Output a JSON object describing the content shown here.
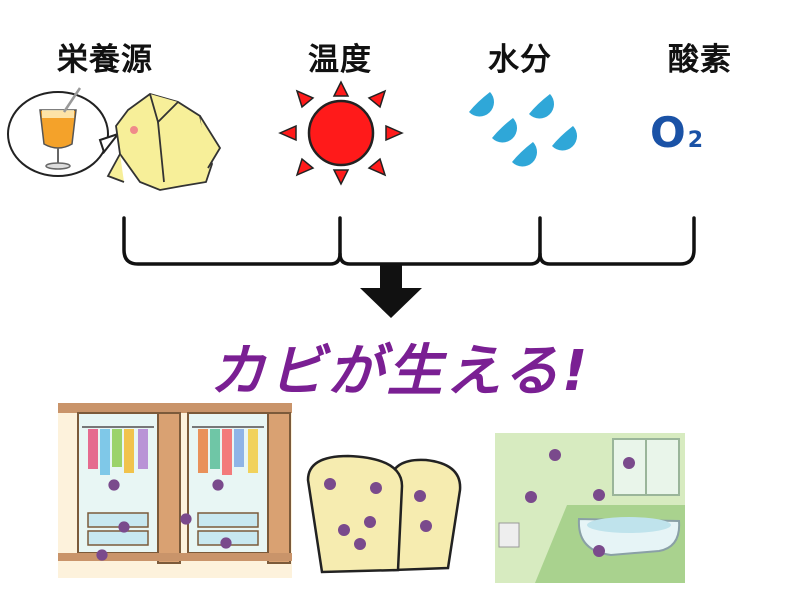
{
  "factors": [
    {
      "label": "栄養源",
      "icon": "juice-and-shirt-icon"
    },
    {
      "label": "温度",
      "icon": "sun-icon"
    },
    {
      "label": "水分",
      "icon": "water-drops-icon"
    },
    {
      "label": "酸素",
      "icon": "oxygen-icon"
    }
  ],
  "oxygen": {
    "symbol": "O",
    "subscript": "2"
  },
  "result": {
    "headline": "カビが生える!"
  },
  "scenes": [
    "closet-scene",
    "bread-scene",
    "bathroom-scene"
  ],
  "colors": {
    "headline": "#7a1f93",
    "sun": "#ff1a1a",
    "drops": "#2fa7d8",
    "oxygen": "#1a52a6",
    "mold": "#7a4a8c",
    "shirt": "#f7ef99"
  }
}
